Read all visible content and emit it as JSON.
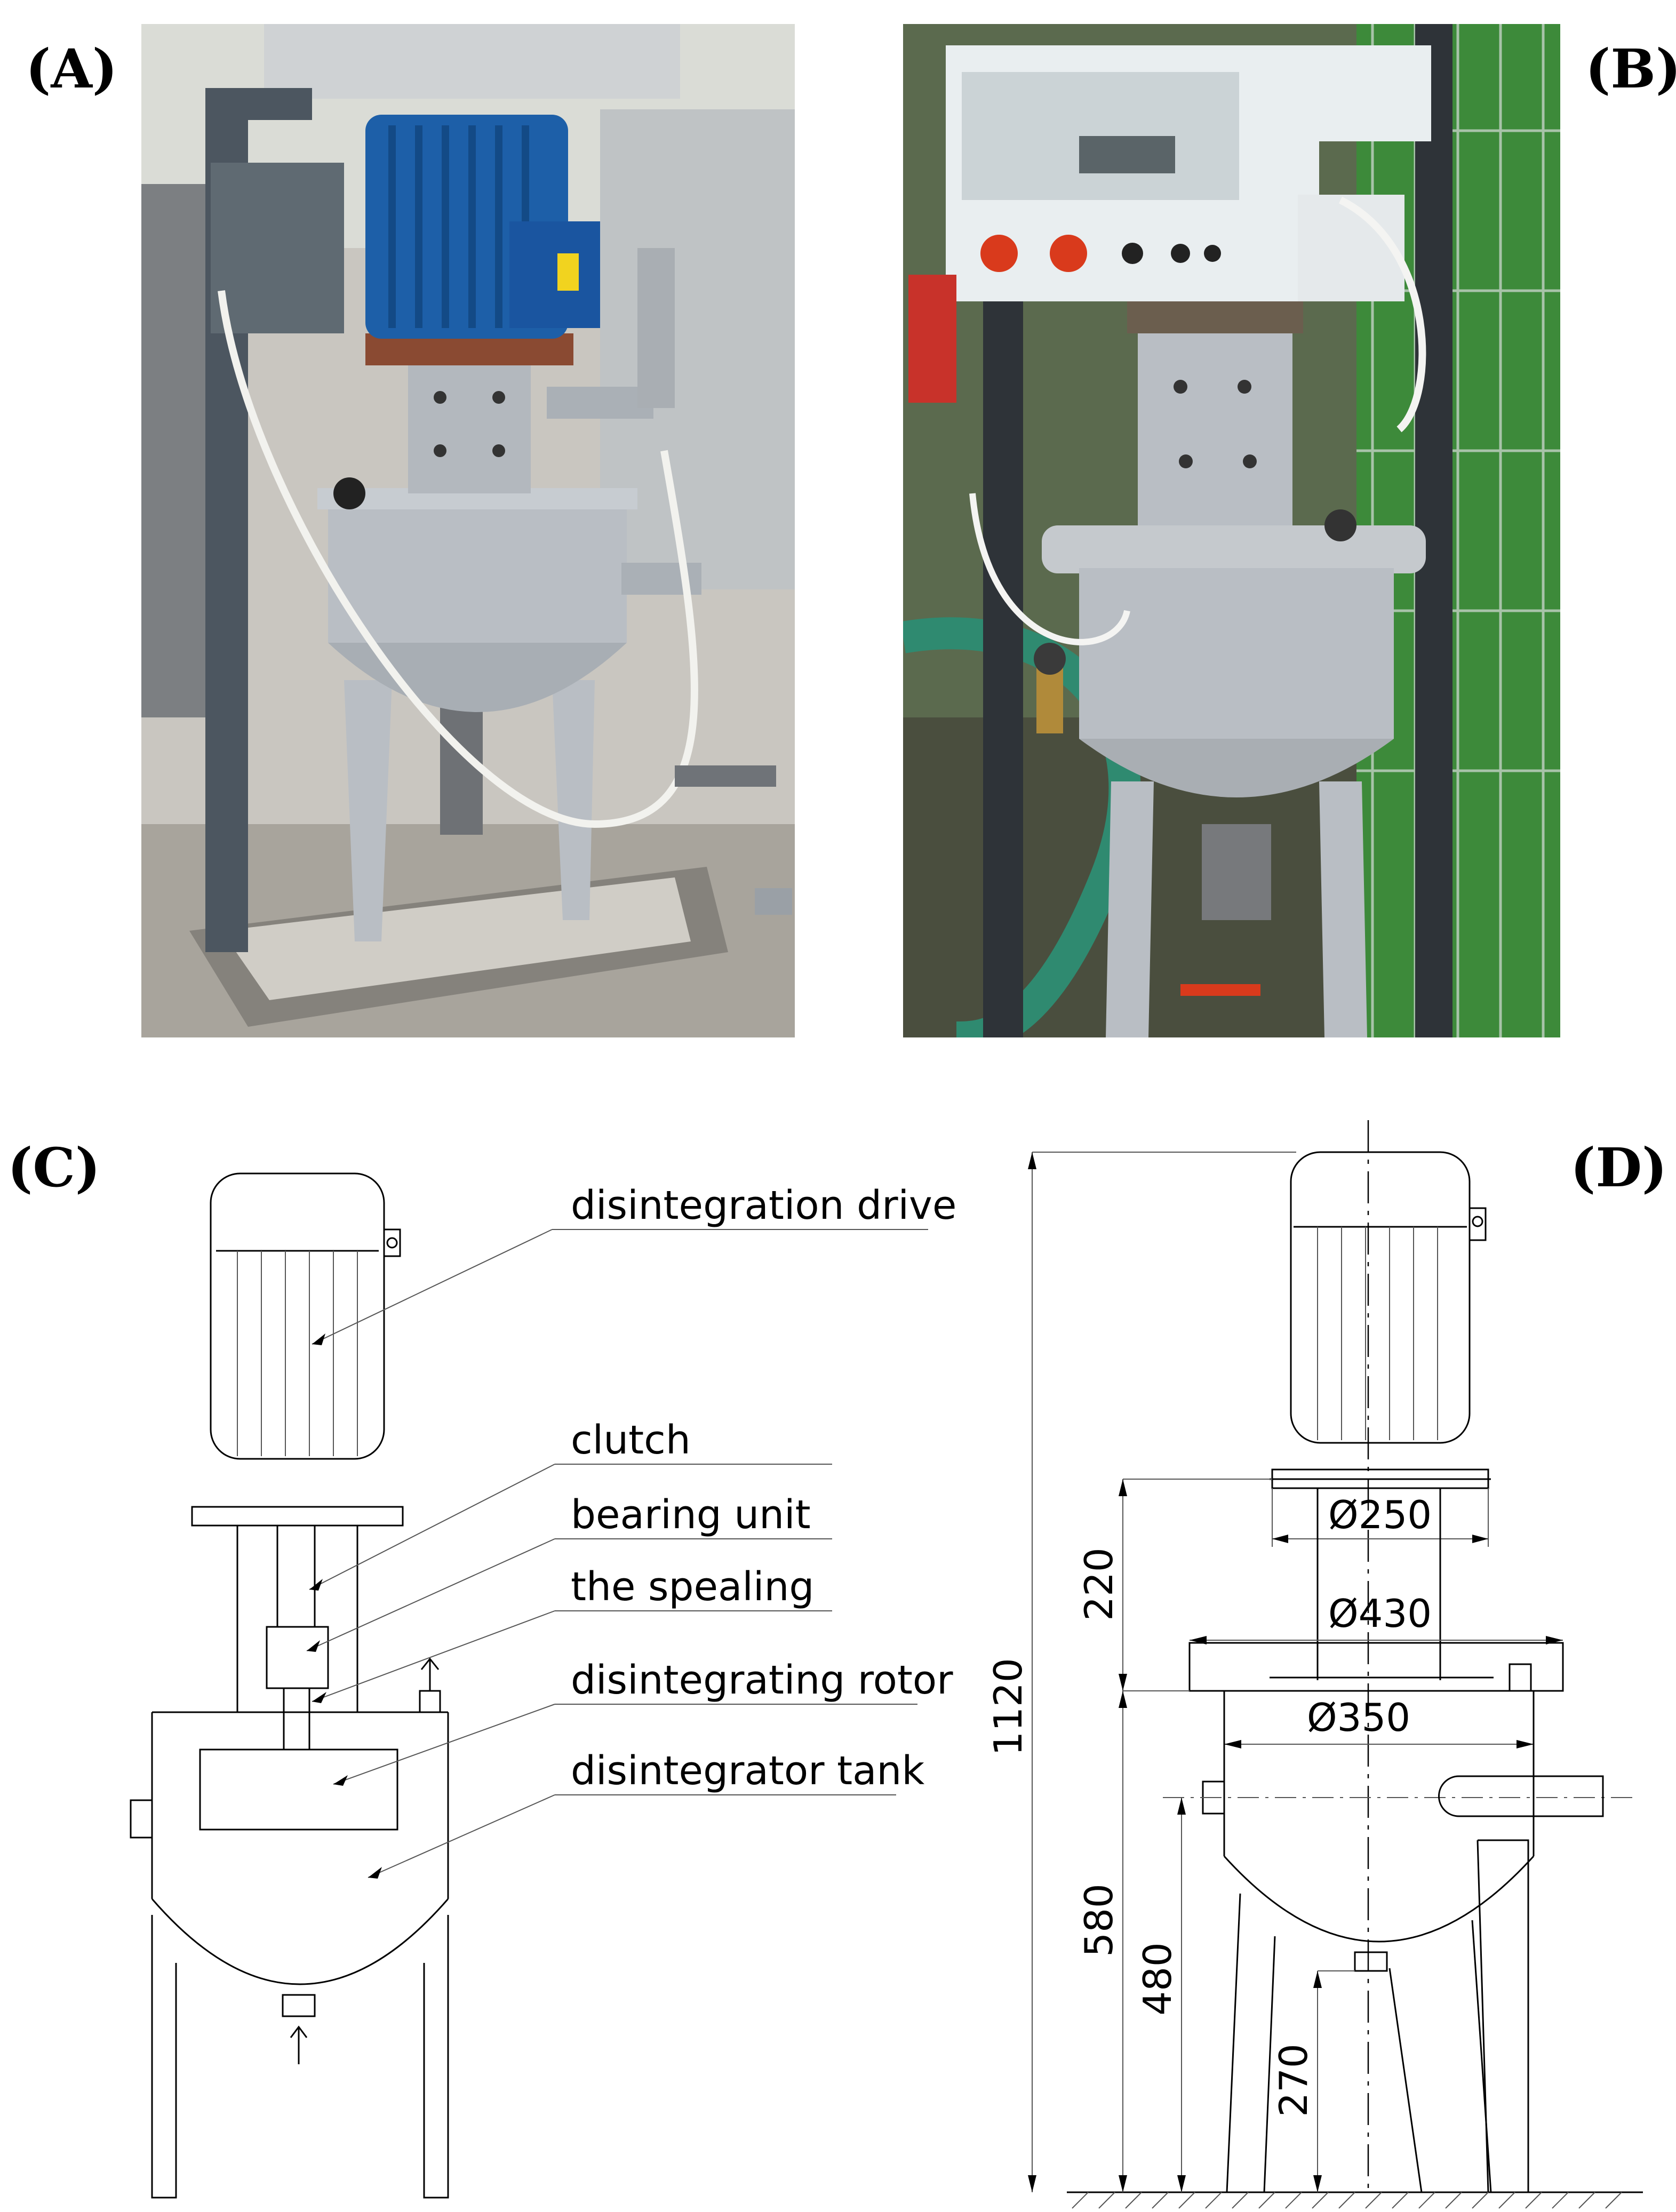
{
  "panels": {
    "a": {
      "letter": "(A)"
    },
    "b": {
      "letter": "(B)"
    },
    "c": {
      "letter": "(C)",
      "labels": {
        "drive": "disintegration drive",
        "clutch": "clutch",
        "bearing": "bearing unit",
        "spealing": "the spealing",
        "rotor": "disintegrating rotor",
        "tank": "disintegrator tank"
      }
    },
    "d": {
      "letter": "(D)",
      "dimensions": {
        "total_height": "1120",
        "upper_height": "220",
        "flange_diameter": "Ø250",
        "lid_diameter": "Ø430",
        "tank_diameter": "Ø350",
        "lower_height": "580",
        "inlet_height": "480",
        "outlet_height": "270"
      }
    }
  },
  "colors": {
    "motor_blue": "#1d5fa8",
    "steel": "#b9bec4",
    "frame": "#4c5660",
    "cabinet": "#e9eef0",
    "indicator_red": "#d93a1c",
    "fence_green": "#3d8a3a",
    "hose_green": "#2f8a70"
  }
}
